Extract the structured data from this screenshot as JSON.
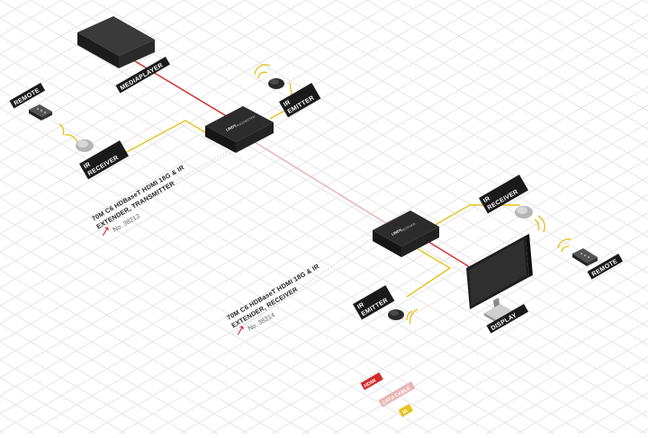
{
  "diagram": {
    "devices": {
      "mediaplayer": "MEDIAPLAYER",
      "ir_emitter_top": "IR EMITTER",
      "remote_left": "REMOTE",
      "ir_receiver_left": "IR RECEIVER",
      "transmitter_brand": "LINDY",
      "transmitter_model": "TRANSMITTER",
      "receiver_brand": "LINDY",
      "receiver_model": "RECEIVER",
      "ir_receiver_right": "IR RECEIVER",
      "remote_right": "REMOTE",
      "ir_emitter_bottom": "IR EMITTER",
      "display": "DISPLAY"
    },
    "products": [
      {
        "title_line1": "70M C6 HDBaseT HDMI 18G & IR",
        "title_line2": "EXTENDER, TRANSMITTER",
        "part_number": "No. 38213"
      },
      {
        "title_line1": "70M C6 HDBaseT HDMI 18G & IR",
        "title_line2": "EXTENDER, RECEIVER",
        "part_number": "No. 38214"
      }
    ],
    "legend": [
      {
        "label": "HDMI",
        "color": "#d42a2a"
      },
      {
        "label": "CAT.6 CABLE",
        "color": "#e8b4b4"
      },
      {
        "label": "IR",
        "color": "#e6c21e"
      }
    ],
    "colors": {
      "hdmi": "#d42a2a",
      "cat6": "#e8b4b4",
      "ir": "#e6c21e",
      "device": "#1e1e1e",
      "grid": "#e6e6e6"
    }
  }
}
